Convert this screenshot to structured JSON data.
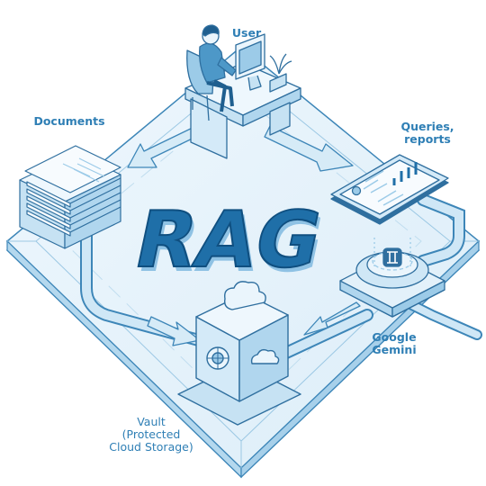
{
  "title": "RAG",
  "labels": {
    "user": "User",
    "documents": "Documents",
    "queries_line1": "Queries,",
    "queries_line2": "reports",
    "gemini_line1": "Google",
    "gemini_line2": "Gemini",
    "vault_line1": "Vault",
    "vault_line2": "(Protected",
    "vault_line3": "Cloud Storage)"
  },
  "colors": {
    "accent": "#1f6fa8",
    "line": "#3d86b8",
    "platform": "#e3f1fa",
    "highlight": "#bfe0f3",
    "label": "#2f7fb5"
  },
  "icons": [
    "user-at-desk-icon",
    "document-stack-icon",
    "tablet-report-icon",
    "gemini-zodiac-icon",
    "vault-safe-icon",
    "cloud-icon",
    "arrow-icon"
  ]
}
